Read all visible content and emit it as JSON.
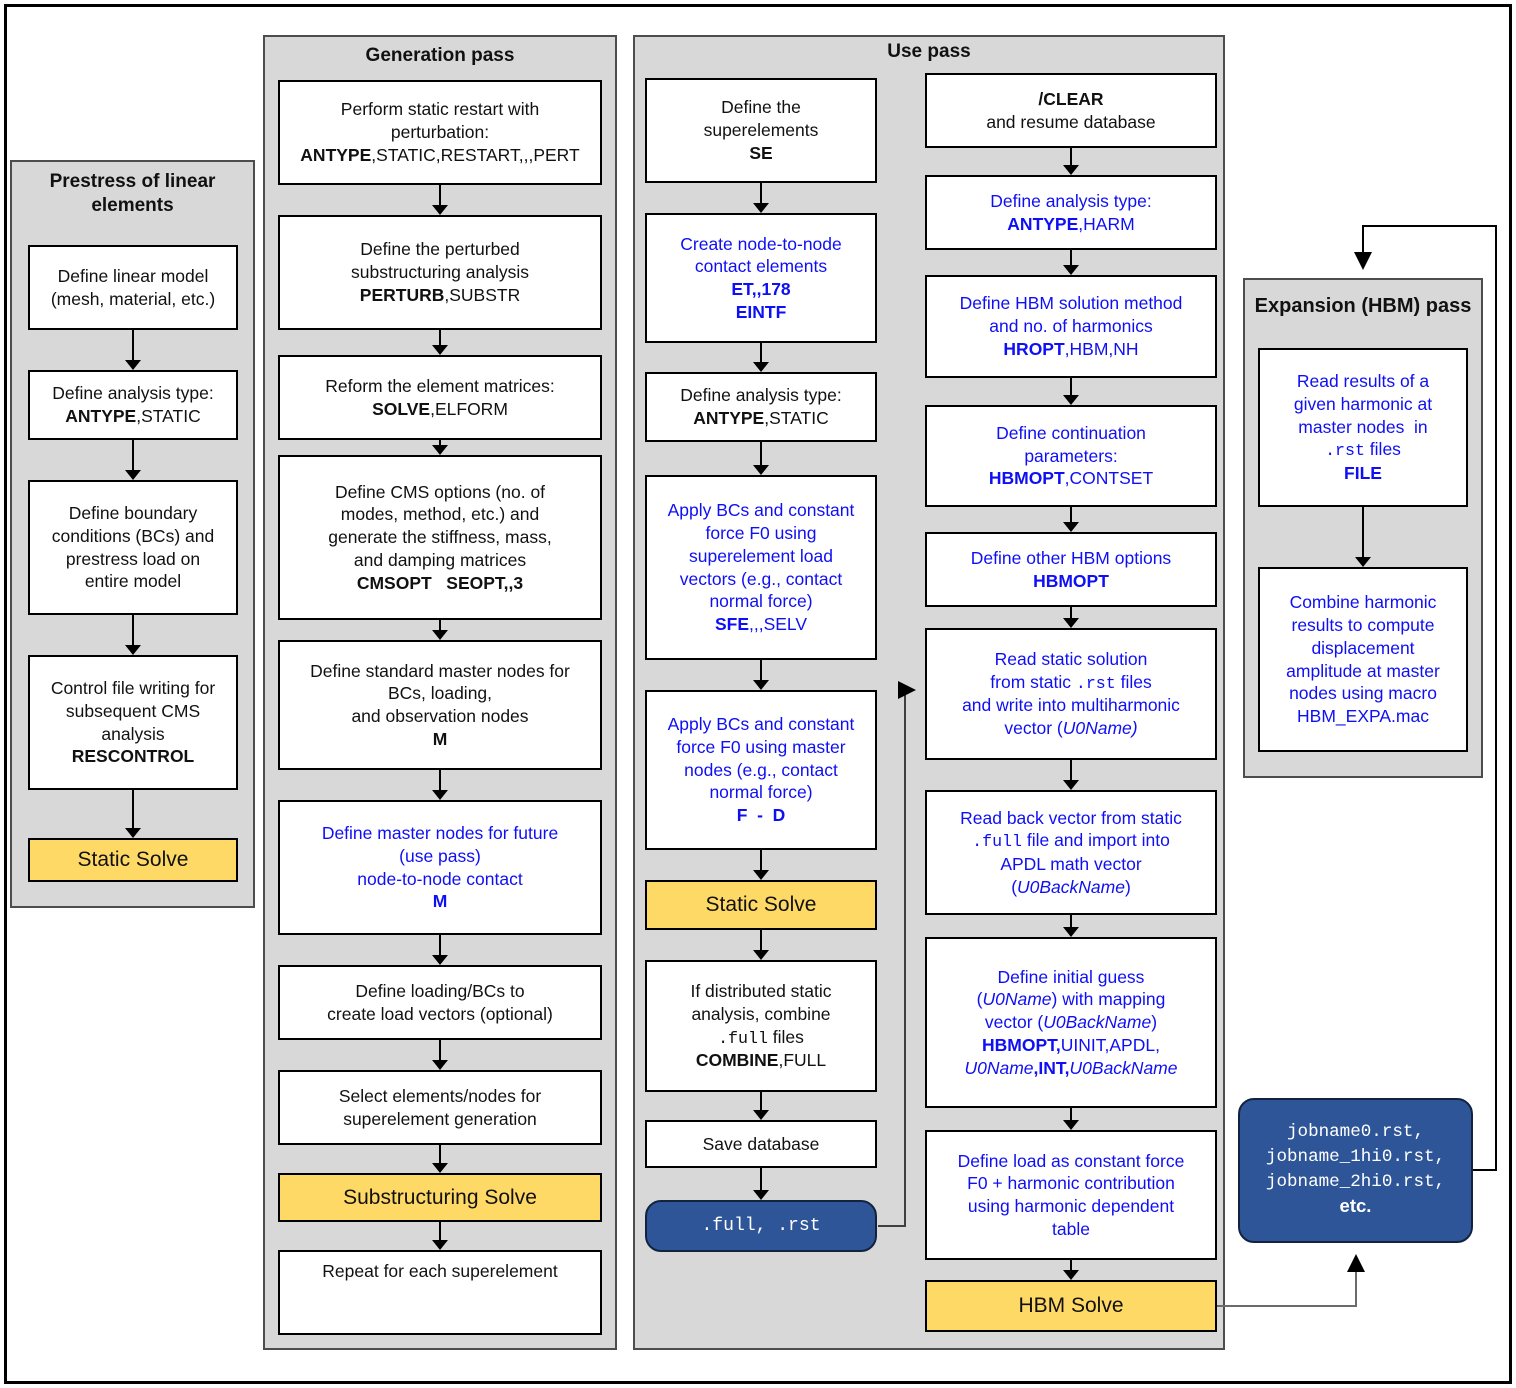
{
  "colors": {
    "panel_bg": "#d8d8d8",
    "box_yellow": "#ffd966",
    "box_navy": "#2e5597",
    "text_blue": "#0f0ff5",
    "connector_gray": "#3f3f3f"
  },
  "titles": {
    "prestress": "Prestress of linear elements",
    "generation": "Generation pass",
    "use": "Use pass",
    "expansion": "Expansion (HBM) pass"
  },
  "boxes": {
    "p1b1": [
      {
        "t": "Define linear model"
      },
      {
        "br": 1
      },
      {
        "t": "(mesh, material, etc.)"
      }
    ],
    "p1b2": [
      {
        "t": "Define analysis type:"
      },
      {
        "br": 1
      },
      {
        "t": "ANTYPE",
        "b": 1
      },
      {
        "t": ",STATIC"
      }
    ],
    "p1b3": [
      {
        "t": "Define boundary"
      },
      {
        "br": 1
      },
      {
        "t": "conditions (BCs) and"
      },
      {
        "br": 1
      },
      {
        "t": "prestress load on"
      },
      {
        "br": 1
      },
      {
        "t": "entire model"
      }
    ],
    "p1b4": [
      {
        "t": "Control file writing for"
      },
      {
        "br": 1
      },
      {
        "t": "subsequent CMS"
      },
      {
        "br": 1
      },
      {
        "t": "analysis"
      },
      {
        "br": 1
      },
      {
        "t": "RESCONTROL",
        "b": 1
      }
    ],
    "p1solve": "Static Solve",
    "g1": [
      {
        "t": "Perform static restart with"
      },
      {
        "br": 1
      },
      {
        "t": "perturbation:"
      },
      {
        "br": 1
      },
      {
        "t": "ANTYPE",
        "b": 1
      },
      {
        "t": ",STATIC,RESTART,,,PERT"
      }
    ],
    "g2": [
      {
        "t": "Define the perturbed"
      },
      {
        "br": 1
      },
      {
        "t": "substructuring analysis"
      },
      {
        "br": 1
      },
      {
        "t": "PERTURB",
        "b": 1
      },
      {
        "t": ",SUBSTR"
      }
    ],
    "g3": [
      {
        "t": "Reform the element matrices:"
      },
      {
        "br": 1
      },
      {
        "t": "SOLVE",
        "b": 1
      },
      {
        "t": ",ELFORM"
      }
    ],
    "g4": [
      {
        "t": "Define CMS options (no. of"
      },
      {
        "br": 1
      },
      {
        "t": "modes, method, etc.) and"
      },
      {
        "br": 1
      },
      {
        "t": "generate the stiffness, mass,"
      },
      {
        "br": 1
      },
      {
        "t": "and damping matrices"
      },
      {
        "br": 1
      },
      {
        "t": "CMSOPT   SEOPT,,3",
        "b": 1
      }
    ],
    "g5": [
      {
        "t": "Define standard master nodes for"
      },
      {
        "br": 1
      },
      {
        "t": "BCs, loading,"
      },
      {
        "br": 1
      },
      {
        "t": "and observation nodes"
      },
      {
        "br": 1
      },
      {
        "t": "M",
        "b": 1
      }
    ],
    "g6": [
      {
        "t": "Define master nodes for future"
      },
      {
        "br": 1
      },
      {
        "t": "(use pass)"
      },
      {
        "br": 1
      },
      {
        "t": "node-to-node contact"
      },
      {
        "br": 1
      },
      {
        "t": "M",
        "b": 1
      }
    ],
    "g7": [
      {
        "t": "Define loading/BCs to"
      },
      {
        "br": 1
      },
      {
        "t": "create load vectors (optional)"
      }
    ],
    "g8": [
      {
        "t": "Select elements/nodes for"
      },
      {
        "br": 1
      },
      {
        "t": "superelement generation"
      }
    ],
    "g9": "Substructuring Solve",
    "g10": [
      {
        "t": "Repeat for each superelement"
      }
    ],
    "u1": [
      {
        "t": "Define the"
      },
      {
        "br": 1
      },
      {
        "t": "superelements"
      },
      {
        "br": 1
      },
      {
        "t": "SE",
        "b": 1
      }
    ],
    "u2": [
      {
        "t": "Create node-to-node"
      },
      {
        "br": 1
      },
      {
        "t": "contact elements"
      },
      {
        "br": 1
      },
      {
        "t": "ET,,178",
        "b": 1
      },
      {
        "br": 1
      },
      {
        "t": "EINTF",
        "b": 1
      }
    ],
    "u3": [
      {
        "t": "Define analysis type:"
      },
      {
        "br": 1
      },
      {
        "t": "ANTYPE",
        "b": 1
      },
      {
        "t": ",STATIC"
      }
    ],
    "u4": [
      {
        "t": "Apply BCs and constant"
      },
      {
        "br": 1
      },
      {
        "t": "force F0 using"
      },
      {
        "br": 1
      },
      {
        "t": "superelement load"
      },
      {
        "br": 1
      },
      {
        "t": "vectors (e.g., contact"
      },
      {
        "br": 1
      },
      {
        "t": "normal force)"
      },
      {
        "br": 1
      },
      {
        "t": "SFE",
        "b": 1
      },
      {
        "t": ",,,SELV"
      }
    ],
    "u5": [
      {
        "t": "Apply BCs and constant"
      },
      {
        "br": 1
      },
      {
        "t": "force F0 using master"
      },
      {
        "br": 1
      },
      {
        "t": "nodes (e.g., contact"
      },
      {
        "br": 1
      },
      {
        "t": "normal force)"
      },
      {
        "br": 1
      },
      {
        "t": "F  -  D",
        "b": 1
      }
    ],
    "u6": "Static Solve",
    "u7": [
      {
        "t": "If distributed static"
      },
      {
        "br": 1
      },
      {
        "t": "analysis, combine"
      },
      {
        "br": 1
      },
      {
        "t": ".full",
        "m": 1
      },
      {
        "t": " files"
      },
      {
        "br": 1
      },
      {
        "t": "COMBINE",
        "b": 1
      },
      {
        "t": ",FULL"
      }
    ],
    "u8": [
      {
        "t": "Save database"
      }
    ],
    "u9": [
      {
        "t": ".full, .rst",
        "m": 1
      }
    ],
    "v1": [
      {
        "t": "/CLEAR",
        "b": 1
      },
      {
        "br": 1
      },
      {
        "t": "and resume database"
      }
    ],
    "v2": [
      {
        "t": "Define analysis type:"
      },
      {
        "br": 1
      },
      {
        "t": "ANTYPE",
        "b": 1
      },
      {
        "t": ",HARM"
      }
    ],
    "v3": [
      {
        "t": "Define HBM solution method"
      },
      {
        "br": 1
      },
      {
        "t": "and no. of harmonics"
      },
      {
        "br": 1
      },
      {
        "t": "HROPT",
        "b": 1
      },
      {
        "t": ",HBM,NH"
      }
    ],
    "v4": [
      {
        "t": "Define continuation"
      },
      {
        "br": 1
      },
      {
        "t": "parameters:"
      },
      {
        "br": 1
      },
      {
        "t": "HBMOPT",
        "b": 1
      },
      {
        "t": ",CONTSET"
      }
    ],
    "v5": [
      {
        "t": "Define other HBM options"
      },
      {
        "br": 1
      },
      {
        "t": "HBMOPT",
        "b": 1
      }
    ],
    "v6": [
      {
        "t": "Read static solution"
      },
      {
        "br": 1
      },
      {
        "t": "from static "
      },
      {
        "t": ".rst",
        "m": 1
      },
      {
        "t": " files"
      },
      {
        "br": 1
      },
      {
        "t": "and write into multiharmonic"
      },
      {
        "br": 1
      },
      {
        "t": "vector ("
      },
      {
        "t": "U0Name)",
        "i": 1
      }
    ],
    "v7": [
      {
        "t": "Read back vector from static"
      },
      {
        "br": 1
      },
      {
        "t": ".full",
        "m": 1
      },
      {
        "t": " file and import into"
      },
      {
        "br": 1
      },
      {
        "t": "APDL math vector"
      },
      {
        "br": 1
      },
      {
        "t": "("
      },
      {
        "t": "U0BackName",
        "i": 1
      },
      {
        "t": ")"
      }
    ],
    "v8": [
      {
        "t": "Define initial guess"
      },
      {
        "br": 1
      },
      {
        "t": "("
      },
      {
        "t": "U0Name",
        "i": 1
      },
      {
        "t": ") with mapping"
      },
      {
        "br": 1
      },
      {
        "t": "vector ("
      },
      {
        "t": "U0BackName",
        "i": 1
      },
      {
        "t": ")"
      },
      {
        "br": 1
      },
      {
        "t": "HBMOPT,",
        "b": 1
      },
      {
        "t": "UINIT,APDL,"
      },
      {
        "br": 1
      },
      {
        "t": "U0Name",
        "i": 1
      },
      {
        "t": ",INT,",
        "b": 1
      },
      {
        "t": "U0BackName",
        "i": 1
      }
    ],
    "v9": [
      {
        "t": "Define load as constant force"
      },
      {
        "br": 1
      },
      {
        "t": "F0 + harmonic contribution"
      },
      {
        "br": 1
      },
      {
        "t": "using harmonic dependent"
      },
      {
        "br": 1
      },
      {
        "t": "table"
      }
    ],
    "v10": "HBM Solve",
    "e1": [
      {
        "t": "Read results of a"
      },
      {
        "br": 1
      },
      {
        "t": "given harmonic at"
      },
      {
        "br": 1
      },
      {
        "t": "master nodes  in"
      },
      {
        "br": 1
      },
      {
        "t": ".rst",
        "m": 1
      },
      {
        "t": " files"
      },
      {
        "br": 1
      },
      {
        "t": "FILE",
        "b": 1
      }
    ],
    "e2": [
      {
        "t": "Combine harmonic"
      },
      {
        "br": 1
      },
      {
        "t": "results to compute"
      },
      {
        "br": 1
      },
      {
        "t": "displacement"
      },
      {
        "br": 1
      },
      {
        "t": "amplitude at master"
      },
      {
        "br": 1
      },
      {
        "t": "nodes using macro"
      },
      {
        "br": 1
      },
      {
        "t": "HBM_EXPA.mac"
      }
    ],
    "job": [
      {
        "t": "jobname0.rst,",
        "m": 1
      },
      {
        "br": 1
      },
      {
        "t": "jobname_1hi0.rst,",
        "m": 1
      },
      {
        "br": 1
      },
      {
        "t": "jobname_2hi0.rst,",
        "m": 1
      },
      {
        "br": 1
      },
      {
        "t": "etc.",
        "b": 1
      }
    ]
  }
}
